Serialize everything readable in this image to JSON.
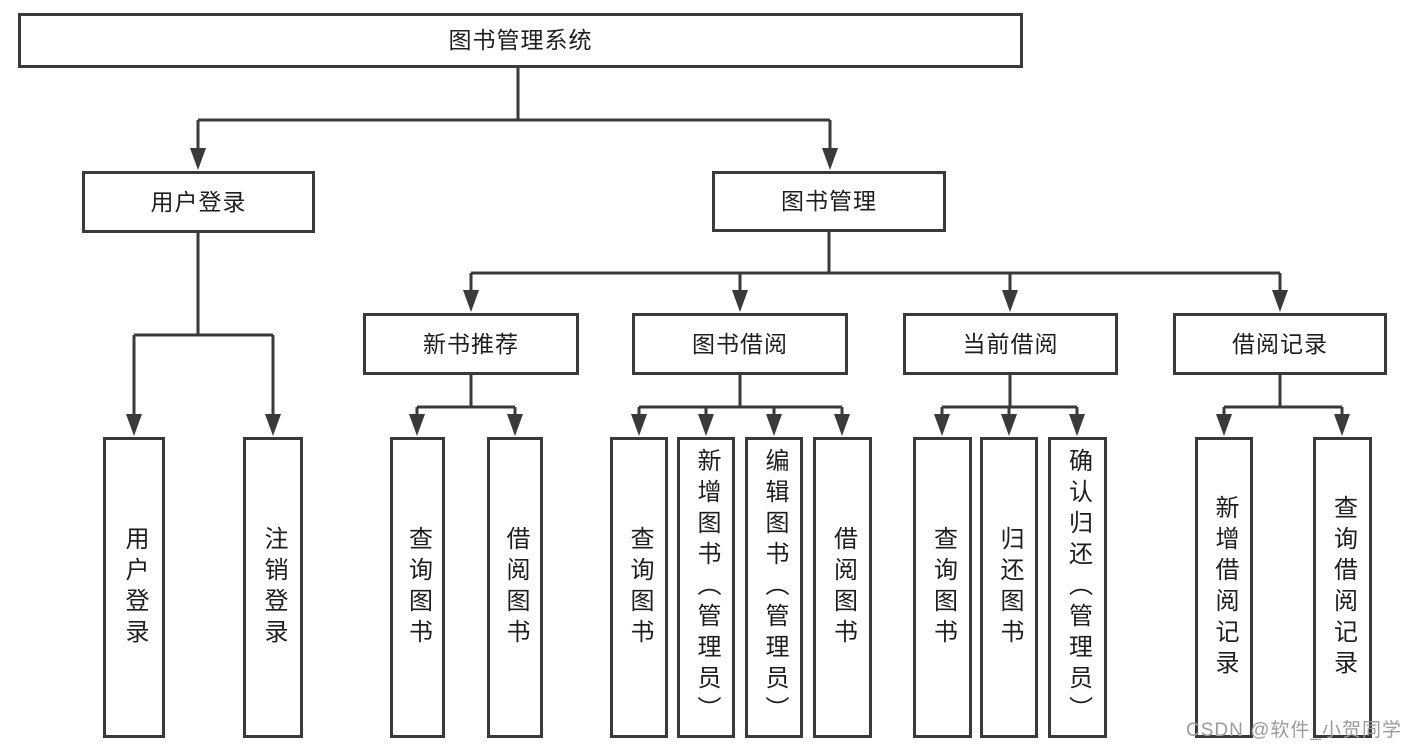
{
  "tree": {
    "label": "图书管理系统",
    "children": [
      {
        "label": "用户登录",
        "children": [
          {
            "label": "用户登录"
          },
          {
            "label": "注销登录"
          }
        ]
      },
      {
        "label": "图书管理",
        "children": [
          {
            "label": "新书推荐",
            "children": [
              {
                "label": "查询图书"
              },
              {
                "label": "借阅图书"
              }
            ]
          },
          {
            "label": "图书借阅",
            "children": [
              {
                "label": "查询图书"
              },
              {
                "label": "新增图书（管理员）"
              },
              {
                "label": "编辑图书（管理员）"
              },
              {
                "label": "借阅图书"
              }
            ]
          },
          {
            "label": "当前借阅",
            "children": [
              {
                "label": "查询图书"
              },
              {
                "label": "归还图书"
              },
              {
                "label": "确认归还（管理员）"
              }
            ]
          },
          {
            "label": "借阅记录",
            "children": [
              {
                "label": "新增借阅记录"
              },
              {
                "label": "查询借阅记录"
              }
            ]
          }
        ]
      }
    ]
  },
  "watermark": "CSDN @软件_小贺同学",
  "colors": {
    "line": "#3a3a3a",
    "text": "#1e1e1e",
    "watermark": "#9b9ba1",
    "background": "#ffffff"
  }
}
